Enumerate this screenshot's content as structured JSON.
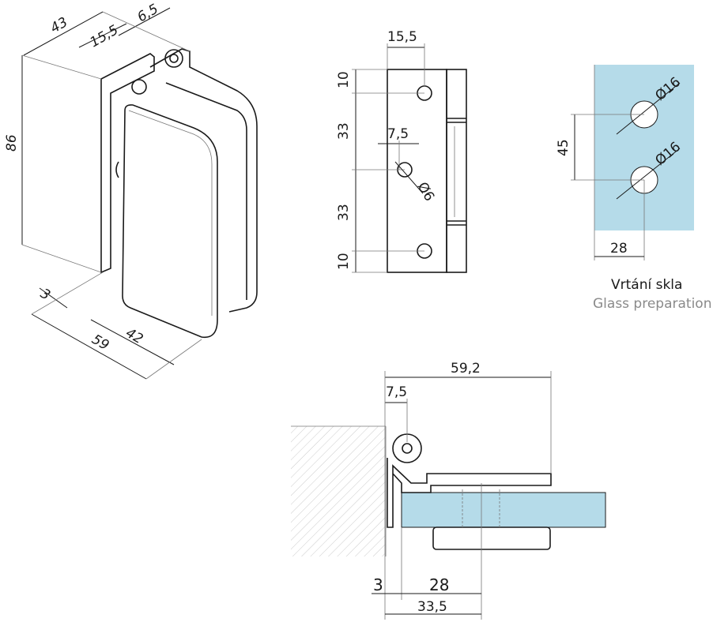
{
  "iso_view": {
    "d_43": "43",
    "d_6_5": "6,5",
    "d_15_5": "15,5",
    "d_86": "86",
    "d_3": "3",
    "d_42": "42",
    "d_59": "59"
  },
  "front_view": {
    "d_15_5": "15,5",
    "d_10_top": "10",
    "d_33_top": "33",
    "d_7_5": "7,5",
    "d_hole": "Ø6",
    "d_33_bottom": "33",
    "d_10_bottom": "10"
  },
  "glass_preparation": {
    "d_45": "45",
    "d_hole_top": "Ø16",
    "d_hole_bottom": "Ø16",
    "d_28": "28",
    "caption_cz": "Vrtání skla",
    "caption_en": "Glass preparation",
    "glass_color": "#b5dbe9"
  },
  "section_view": {
    "d_59_2": "59,2",
    "d_7_5": "7,5",
    "d_3": "3",
    "d_28": "28",
    "d_33_5": "33,5"
  }
}
